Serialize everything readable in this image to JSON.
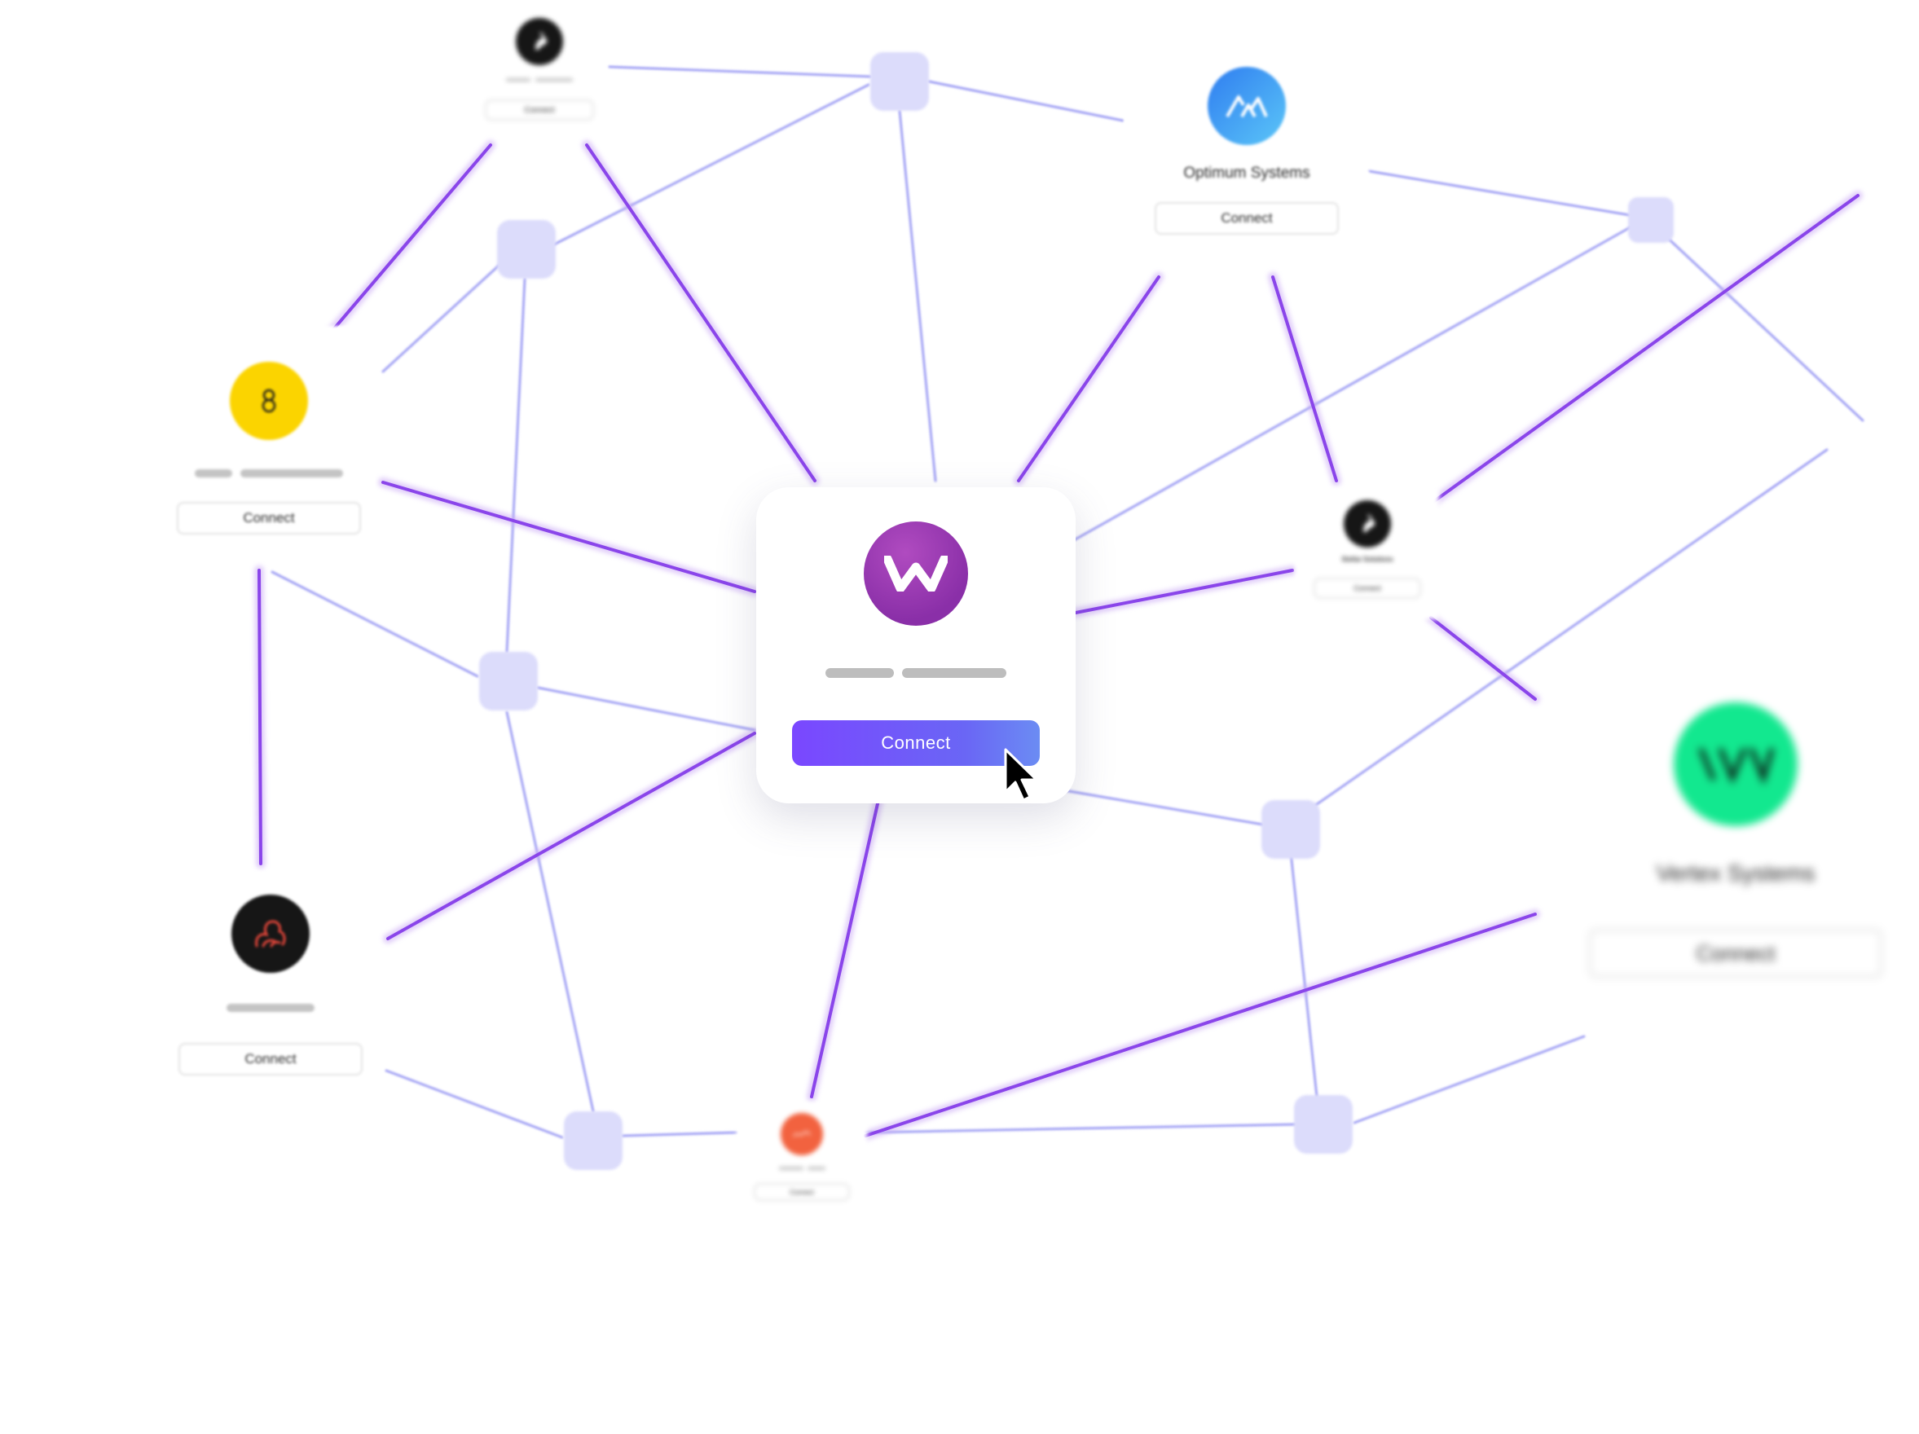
{
  "featured": {
    "logo_icon": "w-logo-icon",
    "connect_label": "Connect",
    "accent_gradient": [
      "#7a47ff",
      "#6b8cf3"
    ],
    "logo_color": "#9a3cb6"
  },
  "cards": {
    "top_left": {
      "logo_icon": "rabbit-logo-icon",
      "connect_label": "Connect"
    },
    "optimum": {
      "name": "Optimum Systems",
      "logo_icon": "mountain-logo-icon",
      "connect_label": "Connect"
    },
    "yellow": {
      "logo_icon": "figure-eight-logo-icon",
      "connect_label": "Connect"
    },
    "stellar": {
      "name": "Stellar Solutions",
      "logo_icon": "rabbit-logo-icon",
      "connect_label": "Connect"
    },
    "black_red": {
      "logo_icon": "creature-logo-icon",
      "connect_label": "Connect"
    },
    "orange": {
      "logo_icon": "script-logo-icon",
      "connect_label": "Connect"
    },
    "vertex": {
      "name": "Vertex Systems",
      "logo_icon": "vw-logo-icon",
      "connect_label": "Connect"
    }
  },
  "colors": {
    "link_light": "#a3a3f4",
    "link_strong": "#8a45ea",
    "hub": "#dcdcfb",
    "yellow_logo": "#fbd400",
    "blue_logo": "#4aa3f5",
    "green_logo": "#12e88f",
    "orange_logo": "#f2623f",
    "dark_logo": "#161616"
  }
}
